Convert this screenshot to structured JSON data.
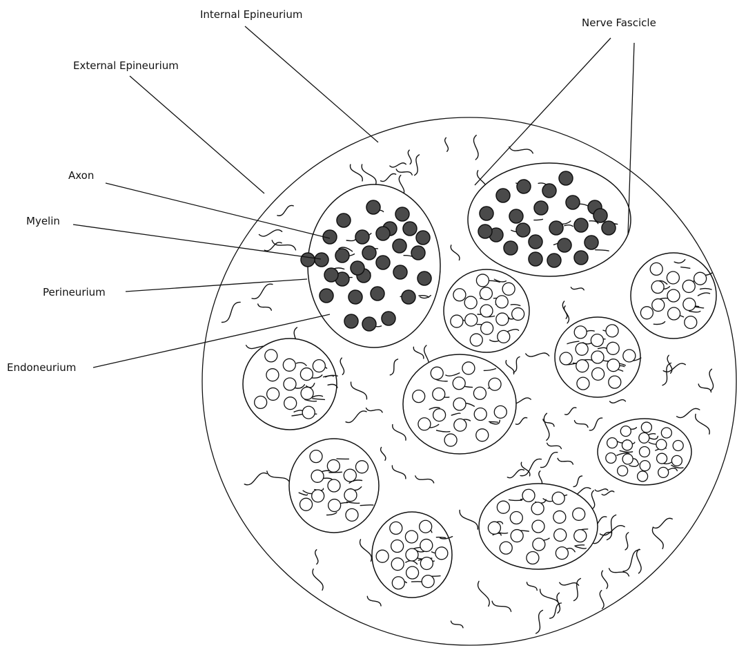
{
  "labels": {
    "internal_epineurium": "Internal Epineurium",
    "external_epineurium": "External Epineurium",
    "nerve_fascicle": "Nerve Fascicle",
    "axon": "Axon",
    "myelin": "Myelin",
    "perineurium": "Perineurium",
    "endoneurium": "Endoneurium"
  },
  "colors": {
    "outline": "#111111",
    "axon_dark": "#4a4a4a",
    "background": "#ffffff"
  },
  "fascicles": [
    {
      "id": "fascicle-dark-left",
      "axons": 29,
      "style": "dark"
    },
    {
      "id": "fascicle-dark-top-right",
      "axons": 23,
      "style": "dark"
    },
    {
      "id": "fascicle-center",
      "axons": 14,
      "style": "light"
    },
    {
      "id": "fascicle-right",
      "axons": 11,
      "style": "light"
    },
    {
      "id": "fascicle-mid-right",
      "axons": 13,
      "style": "light"
    },
    {
      "id": "fascicle-left",
      "axons": 11,
      "style": "light"
    },
    {
      "id": "fascicle-center-large",
      "axons": 15,
      "style": "light"
    },
    {
      "id": "fascicle-far-right",
      "axons": 17,
      "style": "light"
    },
    {
      "id": "fascicle-lower-left",
      "axons": 11,
      "style": "light"
    },
    {
      "id": "fascicle-lower-right",
      "axons": 16,
      "style": "light"
    },
    {
      "id": "fascicle-bottom",
      "axons": 13,
      "style": "light"
    }
  ]
}
